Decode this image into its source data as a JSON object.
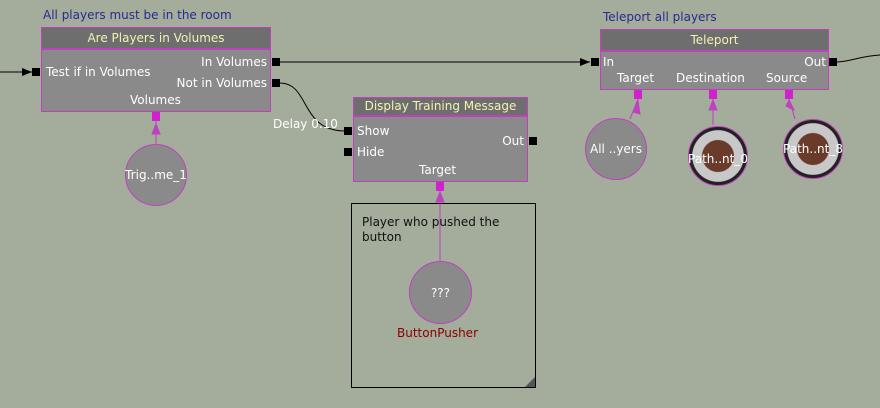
{
  "nodes": {
    "are_players": {
      "comment": "All players must be in the room",
      "title": "Are Players in Volumes",
      "input": "Test if in Volumes",
      "outputs": [
        "In Volumes",
        "Not in Volumes"
      ],
      "var_label": "Volumes",
      "var_node": "Trig..me_1"
    },
    "display_msg": {
      "title": "Display Training Message",
      "inputs": [
        "Show",
        "Hide"
      ],
      "output": "Out",
      "var_label": "Target",
      "delay": "Delay 0.10"
    },
    "teleport": {
      "comment": "Teleport all players",
      "title": "Teleport",
      "input": "In",
      "output": "Out",
      "var_labels": [
        "Target",
        "Destination",
        "Source"
      ],
      "var_nodes": [
        "All ..yers",
        "Path..nt_0",
        "Path..nt_8"
      ]
    }
  },
  "comment_box": {
    "text": "Player who pushed the button",
    "var_node": "???",
    "var_name": "ButtonPusher"
  },
  "colors": {
    "background": "#a4ac9c",
    "link": "#c040c0",
    "title_text": "#f2f2b4"
  }
}
